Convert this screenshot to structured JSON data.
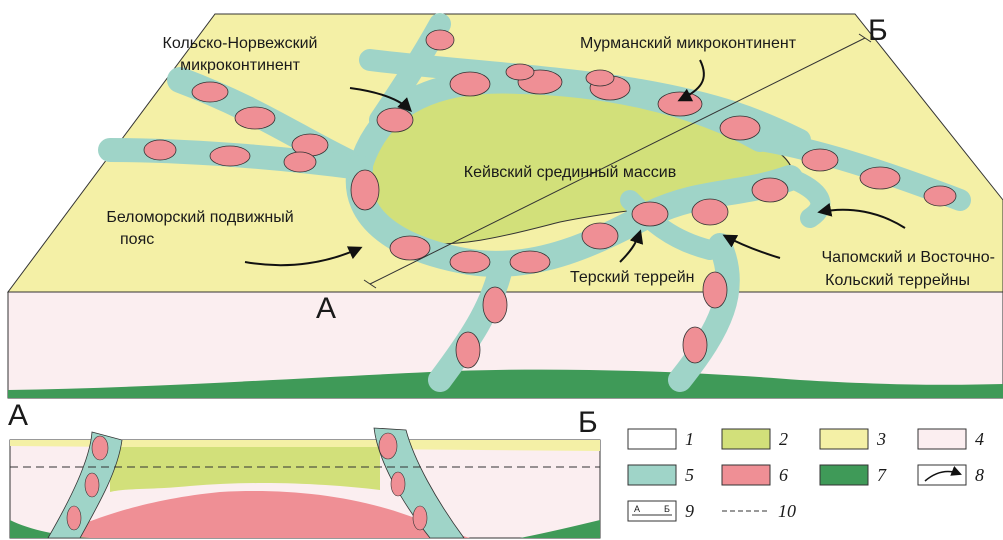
{
  "labels": {
    "kola_norway": [
      "Кольско-Норвежский",
      "микроконтинент"
    ],
    "murmansk": "Мурманский микроконтинент",
    "keivy": "Кейвский срединный массив",
    "belomorian": [
      "Беломорский подвижный",
      "пояс"
    ],
    "tersky": "Терский террейн",
    "chapoma": [
      "Чапомский и Восточно-",
      "Кольский террейны"
    ],
    "point_a": "А",
    "point_b": "Б",
    "section_a": "А",
    "section_b": "Б"
  },
  "legend": [
    {
      "num": "1",
      "color": "#ffffff",
      "kind": "swatch"
    },
    {
      "num": "2",
      "color": "#d2e07a",
      "kind": "swatch"
    },
    {
      "num": "3",
      "color": "#f4f0a6",
      "kind": "swatch"
    },
    {
      "num": "4",
      "color": "#fbeef0",
      "kind": "swatch"
    },
    {
      "num": "5",
      "color": "#9fd4c8",
      "kind": "swatch"
    },
    {
      "num": "6",
      "color": "#ef8f95",
      "kind": "swatch"
    },
    {
      "num": "7",
      "color": "#3f9a58",
      "kind": "swatch"
    },
    {
      "num": "8",
      "color": "#ffffff",
      "kind": "arrow"
    },
    {
      "num": "9",
      "color": "#ffffff",
      "kind": "section",
      "a": "А",
      "b": "Б"
    },
    {
      "num": "10",
      "color": "#ffffff",
      "kind": "dashed"
    }
  ]
}
